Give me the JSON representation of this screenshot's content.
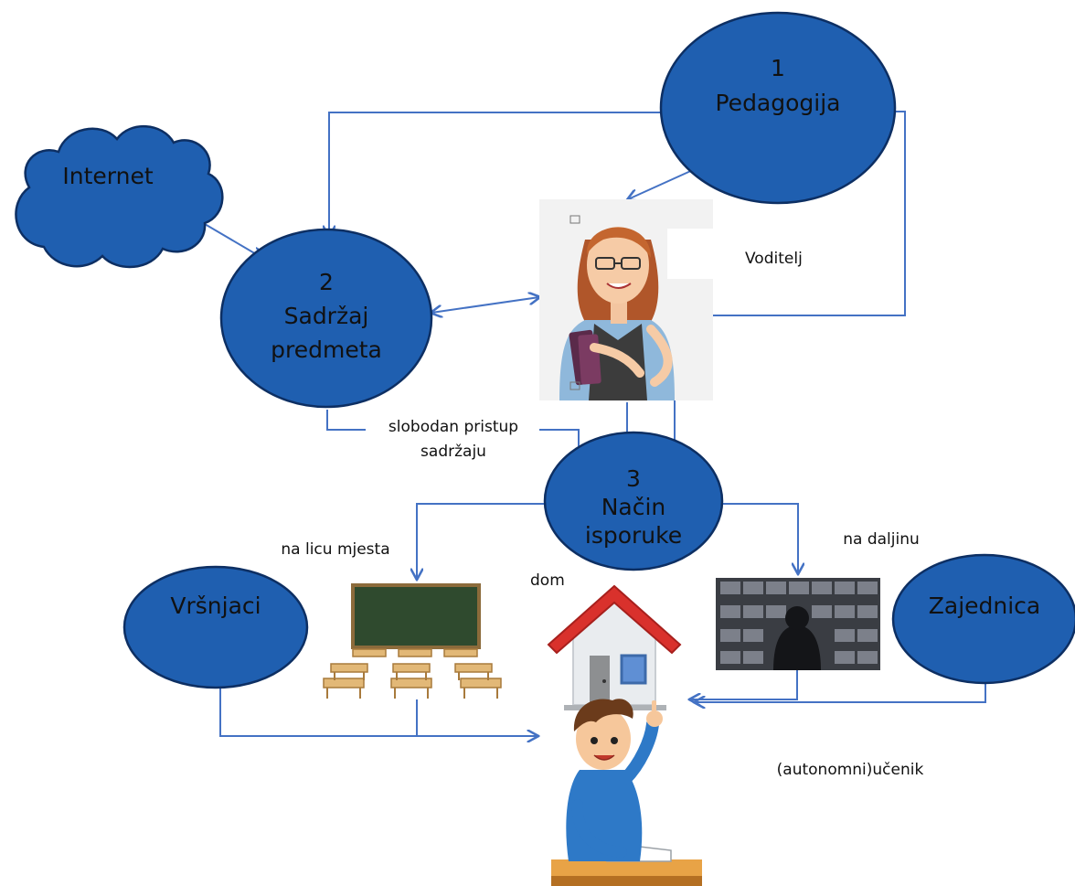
{
  "nodes": {
    "pedagogija": {
      "number": "1",
      "label": "Pedagogija"
    },
    "sadrzaj": {
      "number": "2",
      "line1": "Sadržaj",
      "line2": "predmeta"
    },
    "nacin": {
      "number": "3",
      "line1": "Način",
      "line2": "isporuke"
    },
    "internet": {
      "label": "Internet"
    },
    "vrsnjaci": {
      "label": "Vršnjaci"
    },
    "zajednica": {
      "label": "Zajednica"
    }
  },
  "labels": {
    "voditelj": "Voditelj",
    "slobodan_line1": "slobodan pristup",
    "slobodan_line2": "sadržaju",
    "na_licu": "na licu mjesta",
    "dom": "dom",
    "na_daljinu": "na daljinu",
    "ucenik": "(autonomni)učenik"
  },
  "colors": {
    "node_fill": "#1f5fb0",
    "node_stroke": "#0d2f63",
    "connector": "#4472c4"
  },
  "icons": [
    "cloud-icon",
    "teacher-icon",
    "classroom-icon",
    "house-icon",
    "video-conference-icon",
    "student-icon"
  ]
}
